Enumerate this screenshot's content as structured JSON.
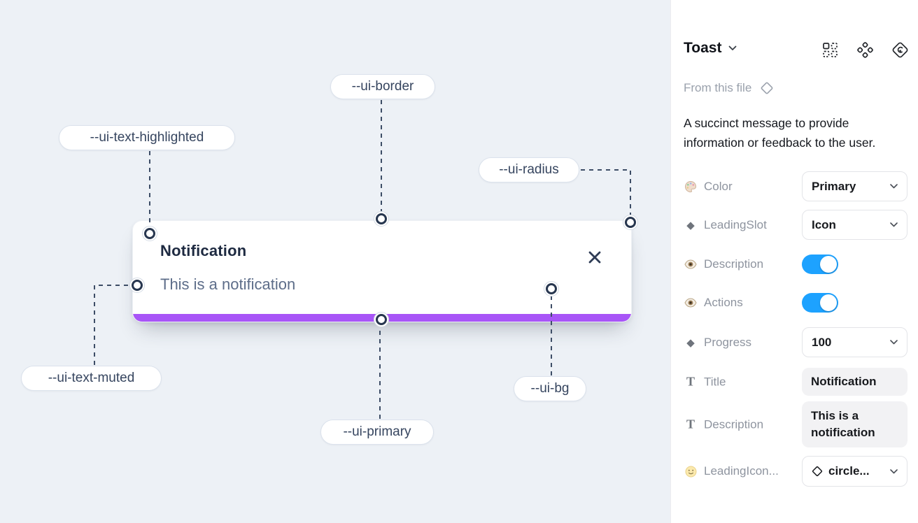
{
  "canvas": {
    "toast": {
      "title": "Notification",
      "description": "This is a notification"
    },
    "labels": [
      {
        "text": "--ui-border"
      },
      {
        "text": "--ui-text-highlighted"
      },
      {
        "text": "--ui-radius"
      },
      {
        "text": "--ui-text-muted"
      },
      {
        "text": "--ui-primary"
      },
      {
        "text": "--ui-bg"
      }
    ],
    "colors": {
      "canvas_bg": "#edf1f6",
      "primary_bar": "#a855f7",
      "dash_line": "#3d4d66",
      "pill_text": "#36455f"
    }
  },
  "panel": {
    "title": "Toast",
    "source_label": "From this file",
    "description": "A succinct message to provide information or feedback to the user.",
    "icon_glyphs": {
      "diamond": "◆",
      "text": "T"
    },
    "properties": [
      {
        "icon": "palette-icon",
        "label": "Color",
        "control": "select",
        "value": "Primary"
      },
      {
        "icon": "diamond-icon",
        "label": "LeadingSlot",
        "control": "select",
        "value": "Icon"
      },
      {
        "icon": "eye-icon",
        "label": "Description",
        "control": "toggle",
        "value": true
      },
      {
        "icon": "eye-icon",
        "label": "Actions",
        "control": "toggle",
        "value": true
      },
      {
        "icon": "diamond-icon",
        "label": "Progress",
        "control": "select",
        "value": "100"
      },
      {
        "icon": "text-icon",
        "label": "Title",
        "control": "text",
        "value": "Notification"
      },
      {
        "icon": "text-icon",
        "label": "Description",
        "control": "text",
        "value": "This is a notification"
      },
      {
        "icon": "smiley-icon",
        "label": "LeadingIcon...",
        "control": "select",
        "value": "circle..."
      }
    ],
    "colors": {
      "toggle_on": "#1da2ff"
    }
  }
}
